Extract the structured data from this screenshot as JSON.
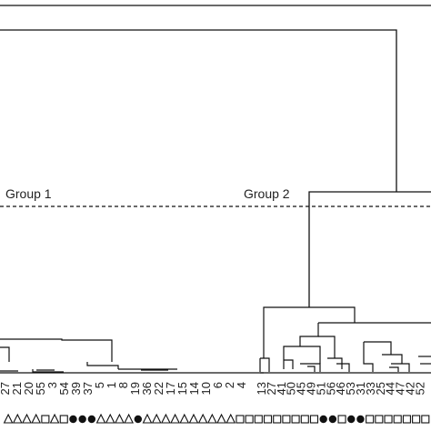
{
  "groups": {
    "group1": "Group 1",
    "group2": "Group 2"
  },
  "leaves": {
    "group1_ids": [
      "27",
      "21",
      "20",
      "55",
      "3",
      "54",
      "39",
      "37",
      "5",
      "1",
      "8",
      "19",
      "36",
      "22",
      "17",
      "15",
      "14",
      "10",
      "6",
      "2",
      "4"
    ],
    "group2_ids": [
      "13",
      "27",
      "41",
      "50",
      "45",
      "49",
      "51",
      "56",
      "46",
      "53",
      "31",
      "33",
      "25",
      "44",
      "47",
      "42",
      "52"
    ],
    "markers": [
      "triangle",
      "triangle",
      "triangle",
      "triangle",
      "square",
      "triangle",
      "square",
      "dot",
      "dot",
      "dot",
      "triangle",
      "triangle",
      "triangle",
      "triangle",
      "dot",
      "triangle",
      "triangle",
      "triangle",
      "triangle",
      "triangle",
      "triangle",
      "triangle",
      "triangle",
      "triangle",
      "triangle",
      "square",
      "square",
      "square",
      "square",
      "square",
      "square",
      "square",
      "square",
      "square",
      "dot",
      "dot",
      "square",
      "dot",
      "dot",
      "square",
      "square",
      "square",
      "square",
      "square",
      "square",
      "square"
    ]
  },
  "colors": {
    "line": "#111111",
    "text": "#222222"
  }
}
